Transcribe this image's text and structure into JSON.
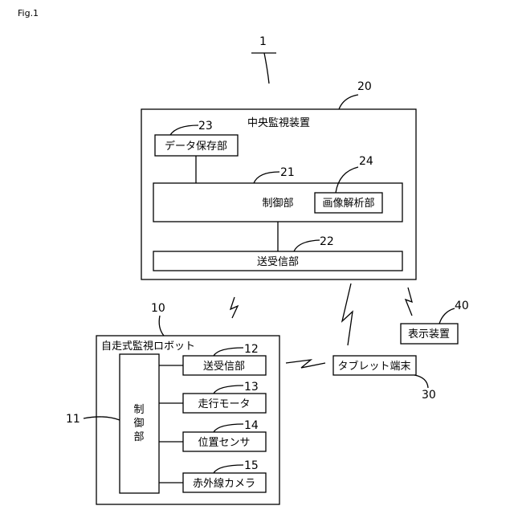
{
  "figure_label": "Fig.1",
  "system_ref": "1",
  "central": {
    "ref": "20",
    "title": "中央監視装置",
    "data_storage": {
      "ref": "23",
      "label": "データ保存部"
    },
    "control": {
      "ref": "21",
      "label": "制御部"
    },
    "image_analysis": {
      "ref": "24",
      "label": "画像解析部"
    },
    "transceiver": {
      "ref": "22",
      "label": "送受信部"
    }
  },
  "display": {
    "ref": "40",
    "label": "表示装置"
  },
  "tablet": {
    "ref": "30",
    "label": "タブレット端末"
  },
  "robot": {
    "ref": "10",
    "title": "自走式監視ロボット",
    "control": {
      "ref": "11",
      "label_line1": "制",
      "label_line2": "御",
      "label_line3": "部"
    },
    "transceiver": {
      "ref": "12",
      "label": "送受信部"
    },
    "motor": {
      "ref": "13",
      "label": "走行モータ"
    },
    "position_sensor": {
      "ref": "14",
      "label": "位置センサ"
    },
    "ir_camera": {
      "ref": "15",
      "label": "赤外線カメラ"
    }
  }
}
